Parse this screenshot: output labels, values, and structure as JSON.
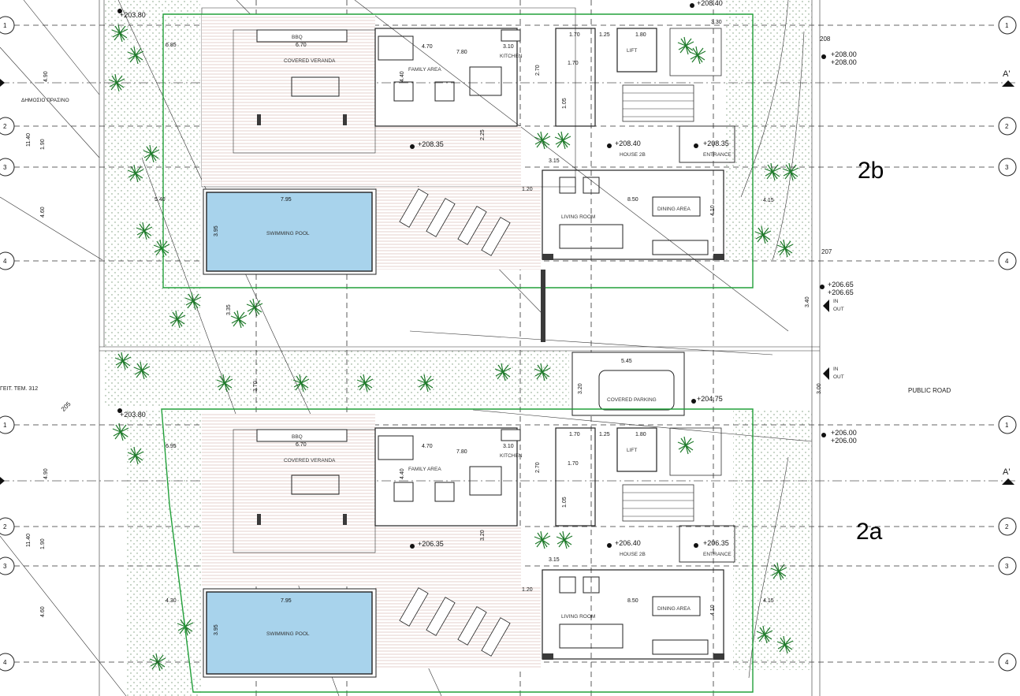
{
  "title": "",
  "labels": {
    "public_green": "ΔΗΜΟΣΙΟ ΠΡΑΣΙΝΟ",
    "neighbor": "ΓΕΙΤ. ΤΕΜ. 312",
    "public_road": "PUBLIC ROAD",
    "section_mark": "A'",
    "in": "IN",
    "out": "OUT",
    "contour_205": "205",
    "contour_207": "207",
    "contour_208": "208"
  },
  "grid_axes": [
    "1",
    "2",
    "3",
    "4"
  ],
  "houses": [
    {
      "tag": "2b",
      "rooms": {
        "bbq": "BBQ",
        "veranda": "COVERED VERANDA",
        "family": "FAMILY AREA",
        "kitchen": "KITCHEN",
        "lift": "LIFT",
        "pool": "SWIMMING POOL",
        "living": "LIVING ROOM",
        "dining": "DINING AREA",
        "house": "HOUSE 2B",
        "entrance": "ENTRANCE"
      },
      "levels": {
        "top_left": "+203.80",
        "terrace": "+208.35",
        "house": "+208.40",
        "entrance": "+208.35",
        "road_a": "+208.00",
        "road_b": "+208.00",
        "top_right": "+208.40"
      },
      "dims": [
        "6.70",
        "6.85",
        "4.70",
        "7.80",
        "3.10",
        "1.70",
        "1.25",
        "1.80",
        "1.70",
        "4.40",
        "4.90",
        "1.90",
        "11.40",
        "4.60",
        "3.95",
        "7.95",
        "5.40",
        "8.50",
        "1.20",
        "3.15",
        "2.70",
        "1.05",
        "4.10",
        "4.15",
        "2.25",
        "3.30"
      ]
    },
    {
      "tag": "2a",
      "rooms": {
        "bbq": "BBQ",
        "veranda": "COVERED VERANDA",
        "family": "FAMILY AREA",
        "kitchen": "KITCHEN",
        "lift": "LIFT",
        "pool": "SWIMMING POOL",
        "living": "LIVING ROOM",
        "dining": "DINING AREA",
        "house": "HOUSE 2B",
        "entrance": "ENTRANCE",
        "parking": "COVERED PARKING"
      },
      "levels": {
        "top_left": "+203.80",
        "terrace": "+206.35",
        "house": "+206.40",
        "entrance": "+206.35",
        "road_a": "+206.00",
        "road_b": "+206.00",
        "parking": "+204.75"
      },
      "dims": [
        "6.70",
        "6.95",
        "4.70",
        "7.80",
        "3.10",
        "1.70",
        "1.25",
        "1.80",
        "1.70",
        "4.40",
        "4.90",
        "1.90",
        "11.40",
        "4.60",
        "3.95",
        "7.95",
        "4.30",
        "8.50",
        "1.20",
        "3.15",
        "2.70",
        "1.05",
        "4.10",
        "4.15",
        "5.45",
        "3.20"
      ]
    }
  ],
  "middle_levels": {
    "a": "+206.65",
    "b": "+206.65"
  },
  "middle_dims": [
    "3.40",
    "3.00",
    "3.20",
    "3.70",
    "3.35"
  ]
}
